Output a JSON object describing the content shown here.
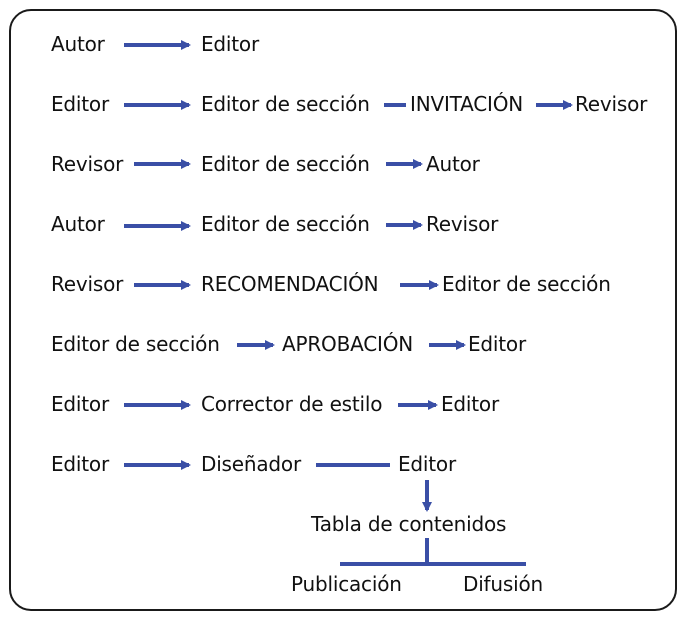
{
  "colors": {
    "arrow": "#3a4fa6",
    "border": "#1a1a1a",
    "text": "#111111"
  },
  "rows": [
    [
      "Autor",
      "Editor"
    ],
    [
      "Editor",
      "Editor de sección",
      "INVITACIÓN",
      "Revisor"
    ],
    [
      "Revisor",
      "Editor de sección",
      "Autor"
    ],
    [
      "Autor",
      "Editor de sección",
      "Revisor"
    ],
    [
      "Revisor",
      "RECOMENDACIÓN",
      "Editor de sección"
    ],
    [
      "Editor de sección",
      "APROBACIÓN",
      "Editor"
    ],
    [
      "Editor",
      "Corrector de estilo",
      "Editor"
    ],
    [
      "Editor",
      "Diseñador",
      "Editor"
    ]
  ],
  "tree": {
    "root": "Tabla de contenidos",
    "branches": [
      "Publicación",
      "Difusión"
    ]
  }
}
